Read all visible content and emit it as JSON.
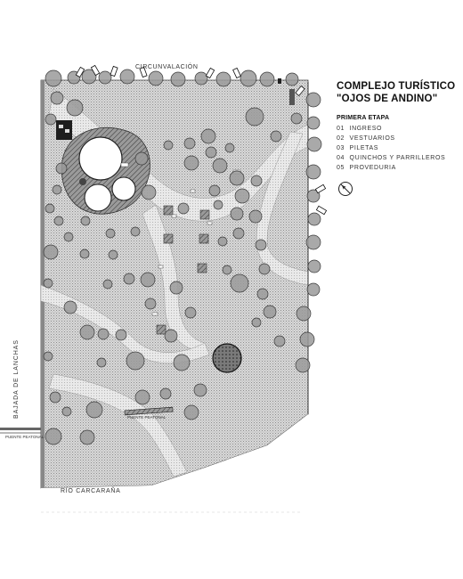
{
  "title": {
    "line1": "COMPLEJO TURÍSTICO",
    "line2": "\"OJOS DE ANDINO\""
  },
  "stage": "PRIMERA ETAPA",
  "legend": [
    {
      "num": "01",
      "label": "INGRESO"
    },
    {
      "num": "02",
      "label": "VESTUARIOS"
    },
    {
      "num": "03",
      "label": "PILETAS"
    },
    {
      "num": "04",
      "label": "QUINCHOS Y PARRILLEROS"
    },
    {
      "num": "05",
      "label": "PROVEDURIA"
    }
  ],
  "labels": {
    "road_top": "CIRCUNVALACIÓN",
    "boat_ramp": "BAJADA DE LANCHAS",
    "bridge_left": "PUENTE PEATONAL",
    "bridge_center": "PUENTE PEATONAL",
    "river": "RÍO CARCARAÑA"
  },
  "icons": {
    "north": "north-arrow-icon",
    "car": "car-icon",
    "tree": "tree-icon"
  },
  "colors": {
    "hatch": "#a8a8a8",
    "path": "#f3f3f3",
    "tree_fill": "#9a9a9a",
    "tree_stroke": "#3a3a3a",
    "line": "#555555"
  }
}
